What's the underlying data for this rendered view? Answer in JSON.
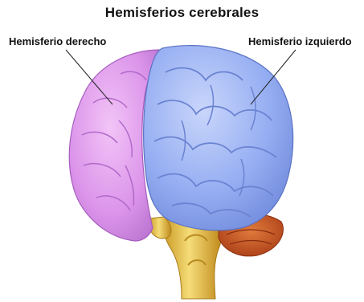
{
  "title": "Hemisferios cerebrales",
  "labels": {
    "right_hemisphere": "Hemisferio derecho",
    "left_hemisphere": "Hemisferio izquierdo"
  },
  "colors": {
    "right_hemisphere": "#d98fe8",
    "left_hemisphere": "#8fa8f0",
    "brainstem": "#e8c24a",
    "cerebellum": "#c8501f"
  }
}
